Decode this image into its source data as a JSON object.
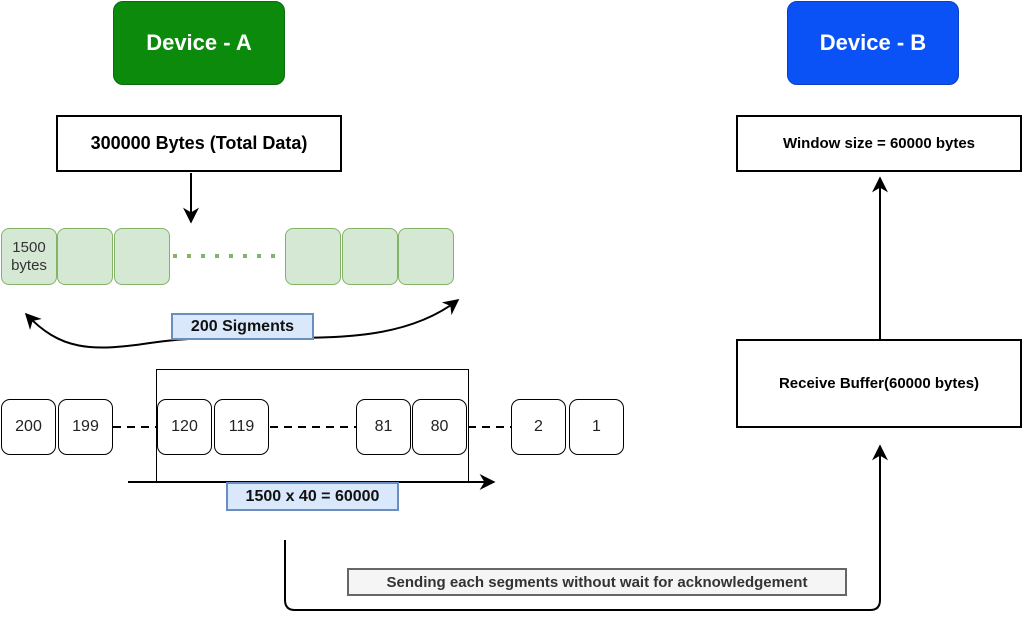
{
  "devices": {
    "a": {
      "label": "Device - A",
      "color": "#0b8a0b"
    },
    "b": {
      "label": "Device - B",
      "color": "#0a52f5"
    }
  },
  "sender": {
    "total_data": "300000 Bytes (Total Data)",
    "segment_size_line1": "1500",
    "segment_size_line2": "bytes",
    "segments_label": "200 Sigments",
    "calc_label": "1500 x 40 = 60000",
    "segment_numbers": [
      "200",
      "199",
      "120",
      "119",
      "81",
      "80",
      "2",
      "1"
    ]
  },
  "receiver": {
    "window_size": "Window size = 60000 bytes",
    "receive_buffer": "Receive Buffer(60000 bytes)"
  },
  "transfer": {
    "label": "Sending each segments without wait for acknowledgement"
  }
}
